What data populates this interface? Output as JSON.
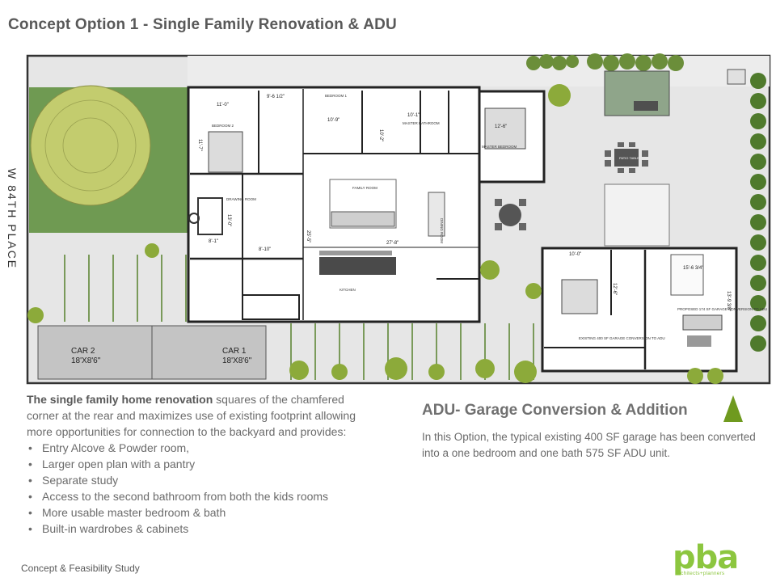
{
  "title": "Concept Option 1 - Single Family Renovation & ADU",
  "plan": {
    "street": "W 84TH PLACE",
    "rooms": {
      "bedroom2": "BEDROOM 2",
      "bedroom1": "BEDROOM 1",
      "master_bathroom": "MASTER BATHROOM",
      "master_bedroom": "MASTER BEDROOM",
      "drawing_room": "DRAWING ROOM",
      "family_room": "FAMILY ROOM",
      "dining_room": "DINING ROOM",
      "kitchen": "KITCHEN",
      "patio_table": "PATIO TABLE",
      "existing_garage": "EXISTING 400 SF GARAGE CONVERSION TO ADU",
      "proposed_addition": "PROPOSED 174 SF GARAGE CONVERSION TO ADU"
    },
    "dims": {
      "d1": "11'-0\"",
      "d2": "9'-6 1/2\"",
      "d3": "10'-9\"",
      "d4": "12'-6\"",
      "d5": "11'-7\"",
      "d6": "10'-2\"",
      "d7": "10'-1\"",
      "d8": "13'-0\"",
      "d9": "8'-1\"",
      "d10": "8'-10\"",
      "d11": "25'-5\"",
      "d12": "27'-8\"",
      "d13": "10'-0\"",
      "d14": "15'-6 3/4\"",
      "d15": "12'-6\"",
      "d16": "13'-9 3/8\""
    },
    "cars": [
      {
        "label": "CAR 2",
        "size": "18'X8'6\""
      },
      {
        "label": "CAR 1",
        "size": "18'X8'6\""
      }
    ]
  },
  "description": {
    "lead_bold": "The single family home renovation",
    "lead_rest": " squares of the chamfered corner at the rear and maximizes use of existing footprint allowing more opportunities for connection to the backyard and provides:",
    "bullets": [
      "Entry Alcove & Powder room,",
      "Larger open plan with a pantry",
      "Separate study",
      "Access to the second bathroom from both the kids rooms",
      "More usable master bedroom & bath",
      "Built-in wardrobes & cabinets"
    ]
  },
  "adu": {
    "heading": "ADU- Garage Conversion & Addition",
    "text": "In this Option, the typical existing 400 SF garage has been converted into a one bedroom and one bath 575 SF ADU unit."
  },
  "footer": "Concept & Feasibility Study",
  "logo": {
    "mark": "pba",
    "tagline": "architects+planners"
  },
  "colors": {
    "accent": "#8cc63f",
    "triangle": "#6f9a1f",
    "lawn": "#6f9a52"
  }
}
